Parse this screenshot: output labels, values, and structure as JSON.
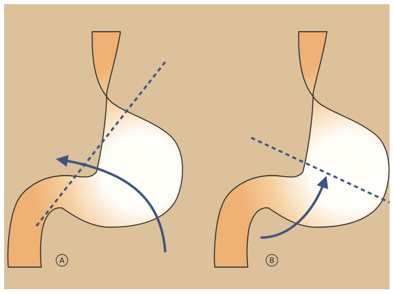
{
  "figure": {
    "background_color": "#dcc19b",
    "border_color": "#ffffff",
    "stomach_outline_color": "#2a2a2a",
    "stomach_fill_light": "#fffdf8",
    "stomach_fill_peach": "#f6cfa0",
    "stomach_fill_orange": "#efb274",
    "annotation_color": "#3d5580",
    "panels": [
      {
        "id": "A",
        "label": "A"
      },
      {
        "id": "B",
        "label": "B"
      }
    ]
  }
}
